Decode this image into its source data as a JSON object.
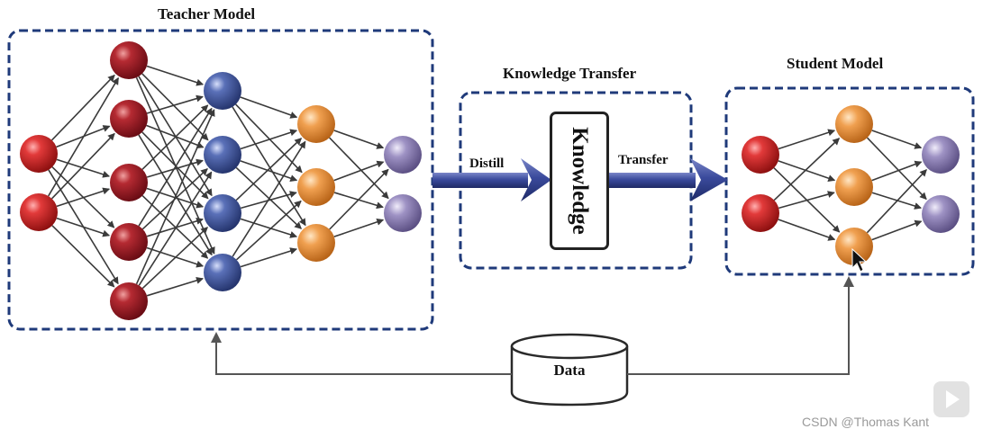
{
  "teacher": {
    "title": "Teacher Model"
  },
  "transfer": {
    "title": "Knowledge Transfer",
    "distill_label": "Distill",
    "transfer_label": "Transfer",
    "box_text": "Knowledge"
  },
  "student": {
    "title": "Student Model"
  },
  "data_store": {
    "label": "Data"
  },
  "watermark": {
    "text": "CSDN @Thomas Kant"
  },
  "colors": {
    "frame": "#1f3a7a",
    "node_red": "#d42a2a",
    "node_darkred": "#a8242c",
    "node_blue": "#4a5fa8",
    "node_orange": "#e9994a",
    "node_purple": "#9488b8",
    "arrow": "#3a4a9c"
  }
}
